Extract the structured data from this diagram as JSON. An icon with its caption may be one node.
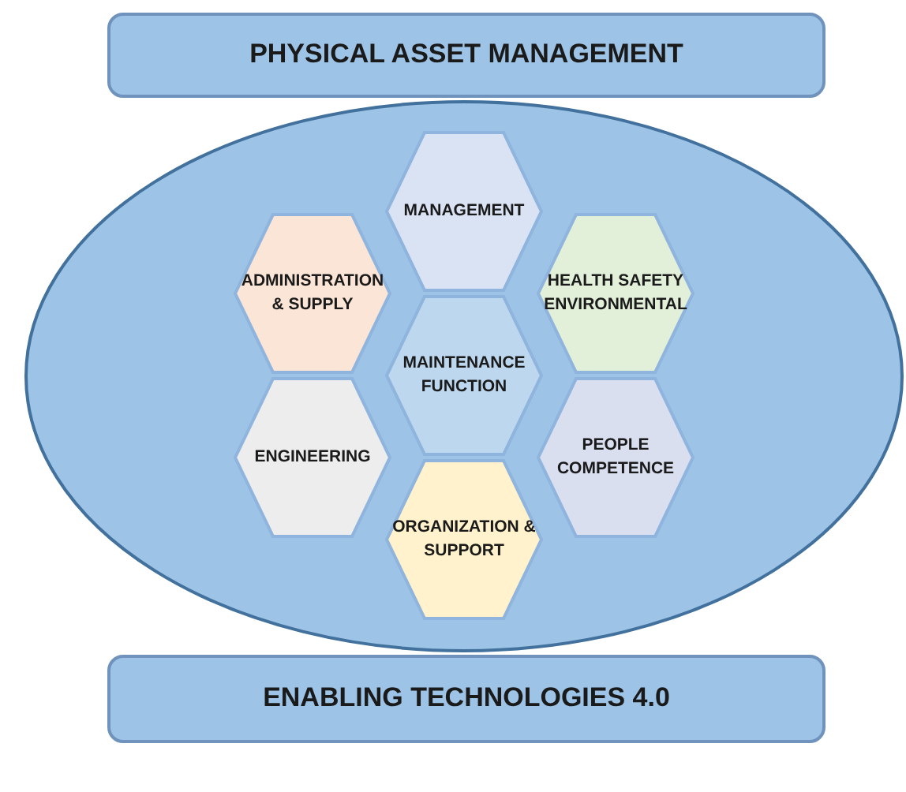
{
  "diagram": {
    "nodes": [
      {
        "text": [
          "PHYSICAL ASSET MANAGEMENT"
        ]
      },
      {
        "text": [],
        "shape": "ellipse"
      },
      {
        "text": [
          "MANAGEMENT"
        ],
        "in": 1
      },
      {
        "text": [
          "ADMINISTRATION & SUPPLY"
        ],
        "in": 1
      },
      {
        "text": [
          "HEALTH SAFETY ENVIRONMENTAL"
        ],
        "in": 1
      },
      {
        "text": [
          "MAINTENANCE FUNCTION"
        ],
        "in": 1
      },
      {
        "text": [
          "ENGINEERING"
        ],
        "in": 1
      },
      {
        "text": [
          "PEOPLE COMPETENCE"
        ],
        "in": 1
      },
      {
        "text": [
          "ORGANIZATION & SUPPORT"
        ],
        "in": 1
      },
      {
        "text": [
          "ENABLING TECHNOLOGIES 4.0"
        ]
      }
    ],
    "edges": []
  }
}
